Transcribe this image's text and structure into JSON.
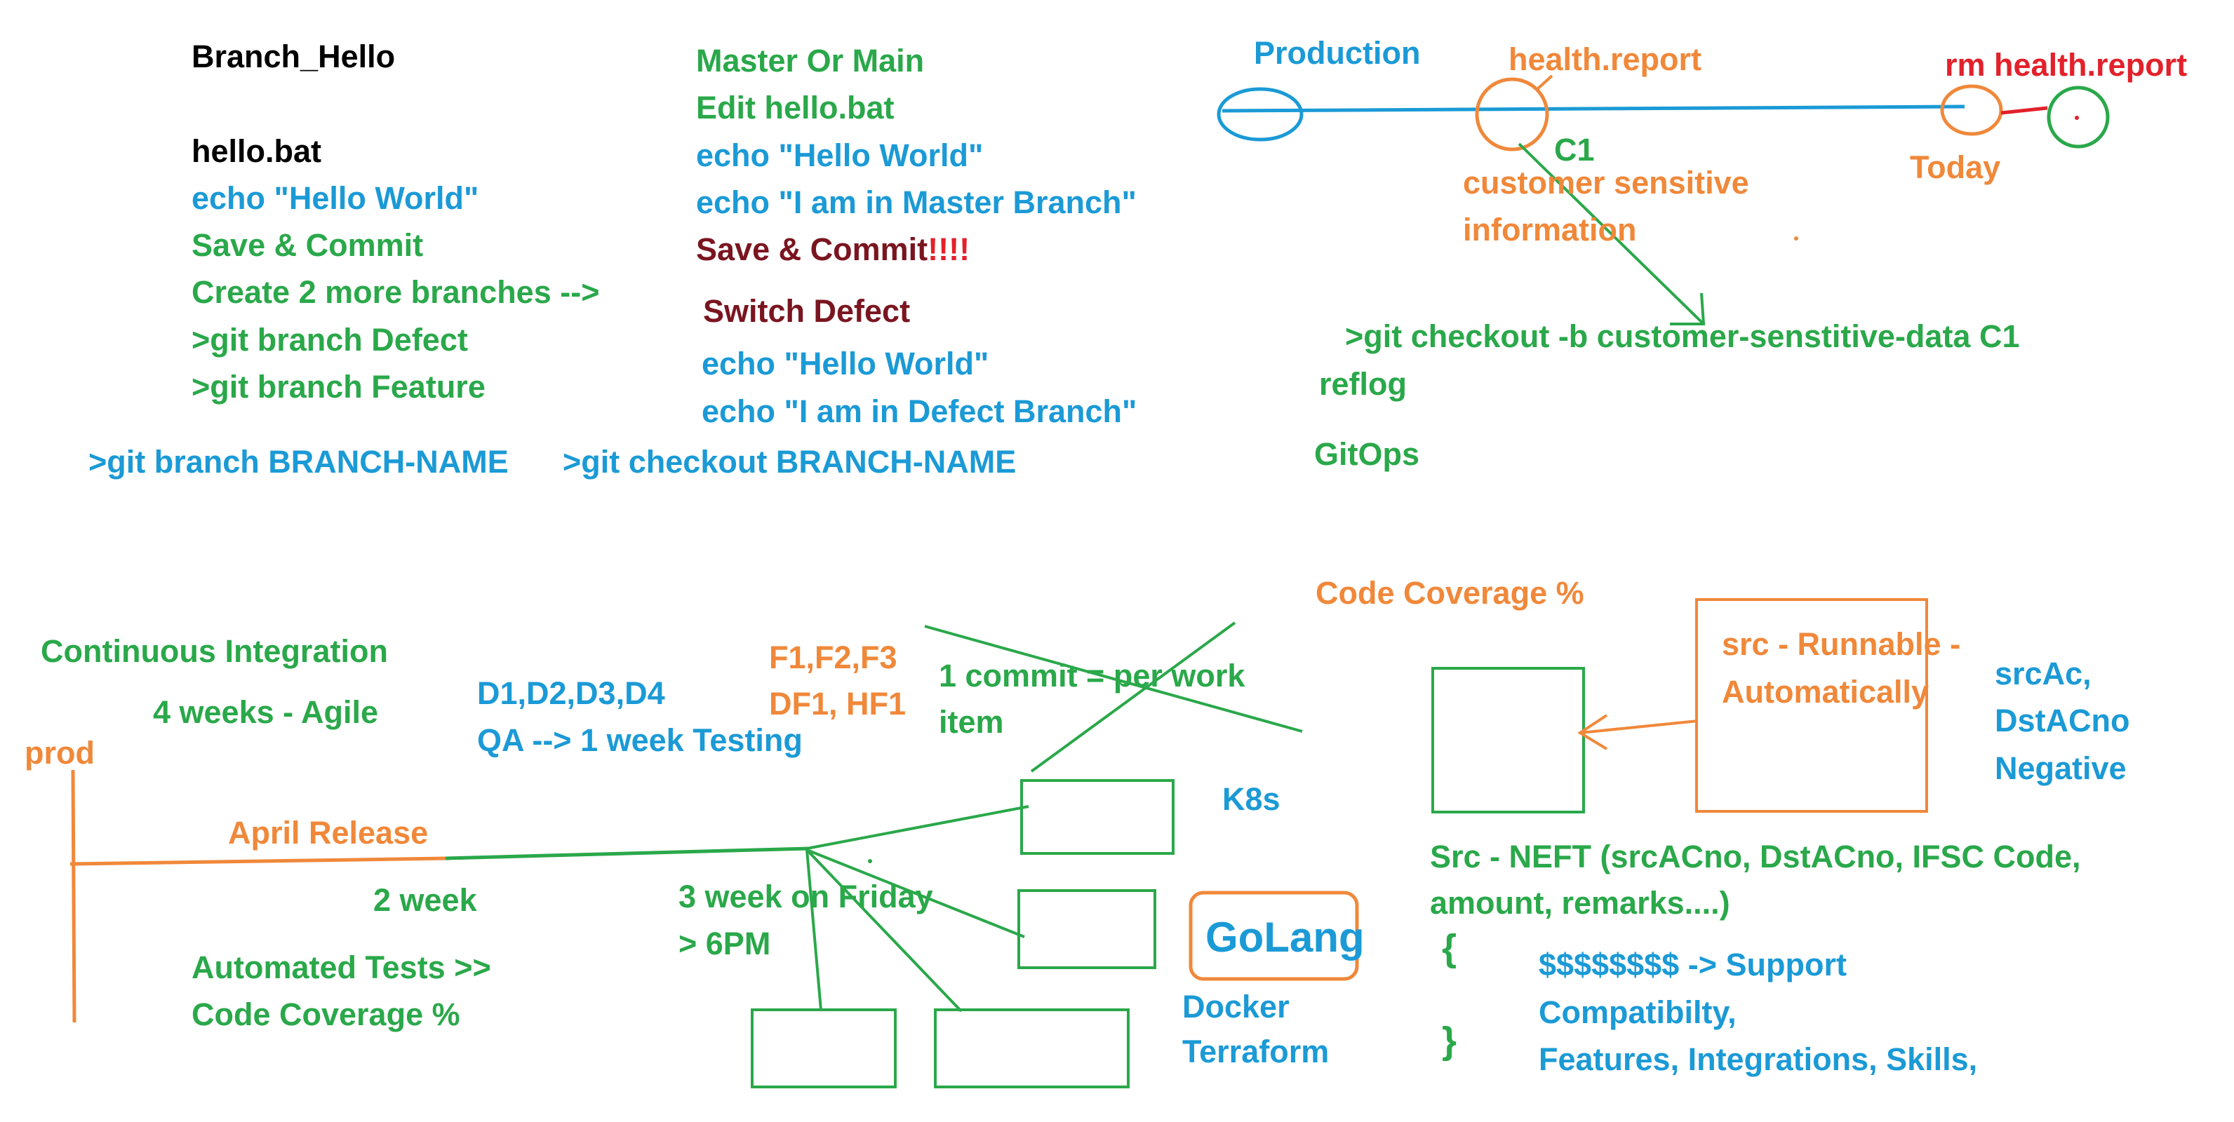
{
  "colors": {
    "green": "#2aa84a",
    "blue": "#1b9ad6",
    "orange": "#f0883a",
    "maroon": "#7a1520",
    "red": "#e3212b",
    "black": "#000000"
  },
  "left_notes": {
    "title": "Branch_Hello",
    "file": "hello.bat",
    "echo": "echo \"Hello World\"",
    "save": "Save & Commit",
    "create": "Create 2 more branches -->",
    "branch_defect": ">git branch Defect",
    "branch_feature": ">git branch Feature",
    "cmd_branch": ">git branch BRANCH-NAME",
    "cmd_checkout": ">git checkout BRANCH-NAME"
  },
  "middle_notes": {
    "master": "Master Or Main",
    "edit": "Edit hello.bat",
    "echo1": "echo \"Hello World\"",
    "echo2": "echo \"I am in Master Branch\"",
    "save": "Save & Commit",
    "bang": "!!!!",
    "switch": "Switch Defect",
    "echo3": "echo \"Hello World\"",
    "echo4": "echo \"I am in Defect Branch\""
  },
  "top_right": {
    "production": "Production",
    "health": "health.report",
    "rm": "rm health.report",
    "c1": "C1",
    "today": "Today",
    "sensitive1": "customer sensitive",
    "sensitive2": "information",
    "checkout": ">git checkout -b customer-senstitive-data C1",
    "reflog": "reflog",
    "gitops": "GitOps"
  },
  "ci": {
    "title": "Continuous Integration",
    "agile": "4 weeks - Agile",
    "prod": "prod",
    "april": "April Release",
    "two_week": "2 week",
    "automated": "Automated Tests >>",
    "coverage": "Code Coverage %",
    "defects": "D1,D2,D3,D4",
    "qa": "QA --> 1 week Testing",
    "features": "F1,F2,F3",
    "hotfix": "DF1, HF1",
    "commit1": "1 commit = per work",
    "commit2": "item",
    "friday1": "3 week on Friday",
    "friday2": "> 6PM",
    "k8s": "K8s",
    "golang": "GoLang",
    "docker": "Docker",
    "terraform": "Terraform"
  },
  "coverage_area": {
    "title": "Code Coverage %",
    "runnable1": "src - Runnable -",
    "runnable2": "Automatically",
    "src1": "srcAc,",
    "src2": "DstACno",
    "src3": "Negative",
    "neft1": "Src - NEFT (srcACno, DstACno, IFSC Code,",
    "neft2": "amount, remarks....)",
    "brace_open": "{",
    "brace_close": "}",
    "support": "$$$$$$$$ -> Support",
    "compat": "Compatibilty,",
    "features": "Features, Integrations, Skills,"
  }
}
